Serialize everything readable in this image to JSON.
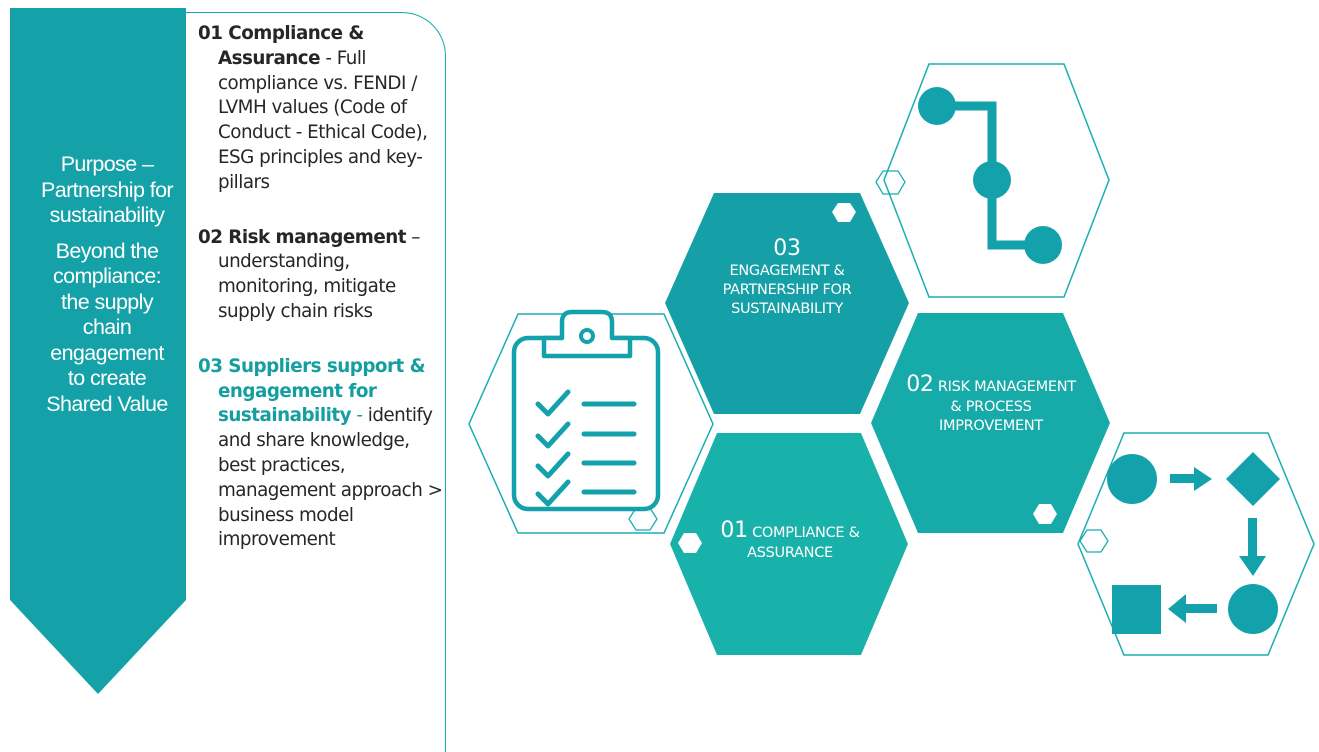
{
  "banner": {
    "lines": [
      "Purpose –",
      "Partnership for",
      "sustainability",
      "Beyond the",
      "compliance:",
      "the supply",
      "chain",
      "engagement",
      "to create",
      "Shared Value"
    ]
  },
  "items": [
    {
      "title": "01 Compliance &",
      "title2": "Assurance",
      "rest_first": " - Full",
      "body": "compliance vs. FENDI / LVMH values (Code of Conduct - Ethical Code), ESG principles and key-pillars"
    },
    {
      "title": "02 Risk management",
      "rest_first": " –",
      "body": "understanding, monitoring, mitigate supply chain risks"
    },
    {
      "title": "03 Suppliers support &",
      "title2": "engagement for sustainability",
      "rest_first": " -",
      "body": "identify and share knowledge, best practices, management approach > business model improvement"
    }
  ],
  "hexes": {
    "h03": {
      "num": "03",
      "label": "ENGAGEMENT & PARTNERSHIP FOR SUSTAINABILITY"
    },
    "h02": {
      "num": "02",
      "label": "RISK MANAGEMENT & PROCESS IMPROVEMENT"
    },
    "h01": {
      "num": "01",
      "label": "COMPLIANCE & ASSURANCE"
    }
  },
  "icons": [
    "clipboard-checklist-icon",
    "process-path-icon",
    "process-flow-icon"
  ],
  "colors": {
    "teal_dark": "#14a0a6",
    "teal_mid": "#16aaa8",
    "teal_light": "#19b2ab",
    "accent_text": "#149ea0"
  }
}
